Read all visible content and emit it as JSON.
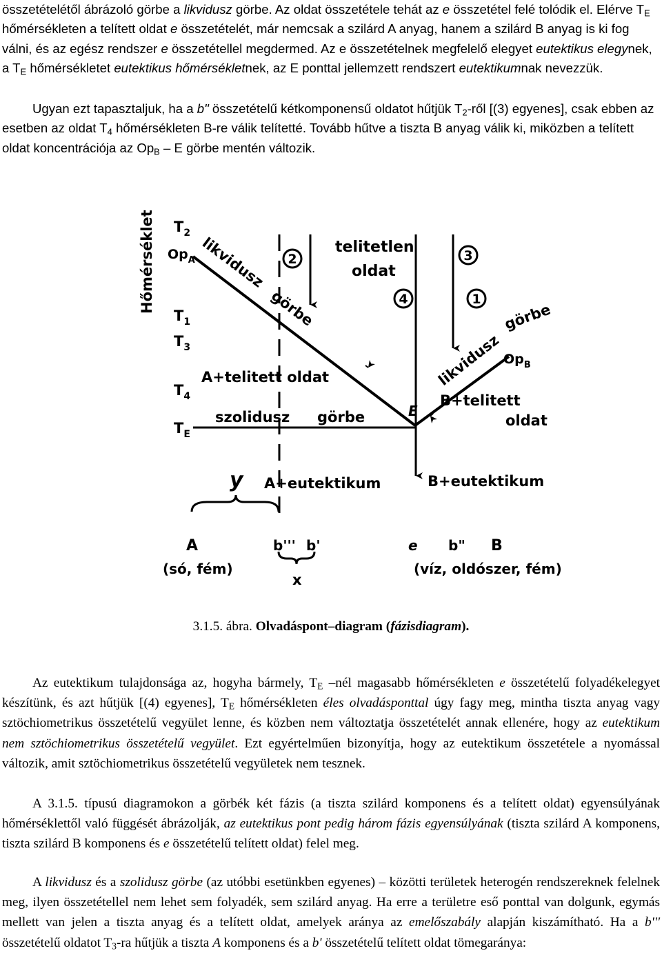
{
  "top": {
    "p1": [
      "összetételétől ábrázoló görbe a ",
      "likvidusz",
      " görbe. Az oldat összetétele tehát az ",
      "e",
      " összetétel felé tolódik el. Elérve T",
      "E",
      " hőmérsékleten a telített oldat ",
      "e",
      " összetételét, már nemcsak a szilárd A anyag, hanem a szilárd B anyag is ki fog válni, és az egész rendszer ",
      "e",
      " összetétellel megdermed. Az e összetételnek megfelelő elegyet ",
      "eutektikus elegy",
      "nek, a T",
      "E",
      " hőmérsékletet ",
      "eutektikus hőmérséklet",
      "nek, az E ponttal jellemzett rendszert ",
      "eutektikum",
      "nak nevezzük."
    ],
    "p2": [
      "Ugyan ezt tapasztaljuk, ha a ",
      "b\"",
      " összetételű kétkomponensű oldatot hűtjük T",
      "2",
      "-ről [(3) egyenes], csak ebben az esetben az oldat T",
      "4",
      " hőmérsékleten B-re válik telítetté. Tovább hűtve a tiszta B anyag válik ki, miközben a telített oldat koncentrációja az Op",
      "B",
      " – E görbe mentén változik."
    ]
  },
  "figure": {
    "axis_label": "Hőmérséklet",
    "t_labels": {
      "t2": "T",
      "t2s": "2",
      "opa": "Op",
      "opas": "A",
      "t1": "T",
      "t1s": "1",
      "t3": "T",
      "t3s": "3",
      "t4": "T",
      "t4s": "4",
      "te": "T",
      "tes": "E"
    },
    "curve_left": [
      "likvidusz",
      "görbe"
    ],
    "curve_right": [
      "likvidusz",
      "görbe"
    ],
    "opb": "Op",
    "opbs": "B",
    "circle_labels": [
      "2",
      "3",
      "4",
      "1"
    ],
    "region_unsat": [
      "telitetlen",
      "oldat"
    ],
    "region_a_sat": "A+telitett oldat",
    "region_b_sat": [
      "B+telitett",
      "oldat"
    ],
    "solidus": [
      "szolidusz",
      "görbe"
    ],
    "eutectic_point": "E",
    "region_a_eut": "A+eutektikum",
    "region_b_eut": "B+eutektikum",
    "brace_y": "y",
    "brace_x": "x",
    "x_labels": {
      "a": "A",
      "b3": "b'''",
      "b1": "b'",
      "e": "e",
      "b2": "b\"",
      "b": "B"
    },
    "a_desc": "(só, fém)",
    "b_desc": "(víz, oldószer, fém)"
  },
  "caption": {
    "num": "3.1.5. ábra. ",
    "title": "Olvadáspont–diagram (",
    "title_italic": "fázisdiagram",
    "title_end": ")."
  },
  "bottom": {
    "p3": [
      "Az eutektikum tulajdonsága az, hogyha bármely, T",
      "E",
      " –nél magasabb hőmérsékleten ",
      "e",
      " összetételű folyadékelegyet készítünk, és azt hűtjük [(4) egyenes], T",
      "E",
      " hőmérsékleten ",
      "éles olvadásponttal",
      " úgy fagy meg, mintha tiszta anyag vagy sztöchiometrikus összetételű vegyület lenne, és közben nem változtatja összetételét annak ellenére, hogy az ",
      "eutektikum nem sztöchiometrikus összetételű vegyület",
      ". Ezt egyértelműen bizonyítja, hogy az eutektikum összetétele a nyomással változik, amit sztöchiometrikus összetételű vegyületek nem tesznek."
    ],
    "p4": [
      "A 3.1.5. típusú diagramokon a görbék két fázis (a tiszta szilárd komponens és a telített oldat) egyensúlyának hőmérséklettől való függését ábrázolják, ",
      "az eutektikus pont pedig három fázis egyensúlyának",
      " (tiszta szilárd A komponens, tiszta szilárd B komponens és ",
      "e",
      " összetételű telített oldat) felel meg."
    ],
    "p5": [
      "A ",
      "likvidusz",
      " és a ",
      "szolidusz görbe",
      " (az utóbbi esetünkben egyenes) – közötti területek heterogén rendszereknek felelnek meg, ilyen összetétellel nem lehet sem folyadék, sem szilárd anyag. Ha erre a területre eső ponttal van dolgunk, egymás mellett van jelen a tiszta anyag és a telített oldat, amelyek aránya az ",
      "emelőszabály",
      " alapján kiszámítható. Ha a ",
      "b'''",
      " összetételű oldatot T",
      "3",
      "-ra hűtjük a tiszta ",
      "A",
      " komponens és a ",
      "b'",
      " összetételű telített oldat tömegaránya:"
    ]
  }
}
